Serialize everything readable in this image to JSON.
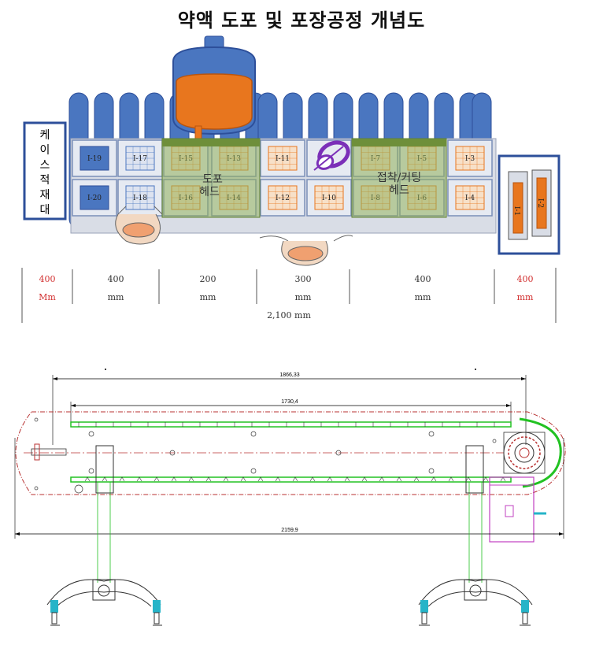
{
  "title": "약액 도포 및 포장공정 개념도",
  "case_stand": {
    "label_chars": [
      "케",
      "이",
      "스",
      "적",
      "재",
      "대"
    ]
  },
  "stations": {
    "cells_top": [
      "I-19",
      "I-17",
      "I-15",
      "I-13",
      "I-11",
      "",
      "I-7",
      "I-5",
      "I-3"
    ],
    "cells_bottom": [
      "I-20",
      "I-18",
      "I-16",
      "I-14",
      "I-12",
      "I-10",
      "I-8",
      "I-6",
      "I-4"
    ],
    "coating_head": [
      "도포",
      "헤드"
    ],
    "bonding_head": [
      "접착/커팅",
      "헤드"
    ],
    "side_box": [
      "I-1",
      "I-2"
    ]
  },
  "dimensions": [
    {
      "value": "400",
      "unit": "Mm",
      "color": "#d23030"
    },
    {
      "value": "400",
      "unit": "mm",
      "color": "#333333"
    },
    {
      "value": "200",
      "unit": "mm",
      "color": "#333333"
    },
    {
      "value": "300",
      "unit": "mm",
      "color": "#333333"
    },
    {
      "value": "400",
      "unit": "mm",
      "color": "#333333"
    },
    {
      "value": "400",
      "unit": "mm",
      "color": "#d23030"
    }
  ],
  "total_length": "2,100 mm",
  "drawing": {
    "dim_top": "1866,33",
    "dim_mid": "1730,4",
    "dim_bottom": "2159,9"
  },
  "colors": {
    "bumps": "#4a76c0",
    "tank": "#4a76c0",
    "liquid": "#e8761e",
    "green_head": "#8fae5a",
    "cell_border": "#7a8fb8",
    "case_border": "#2d4f9a",
    "roll": "#7b2fb8",
    "belt": "#22c222",
    "frame_outline": "#b83232",
    "motor": "#c040c0",
    "feet": "#26b4c8"
  }
}
